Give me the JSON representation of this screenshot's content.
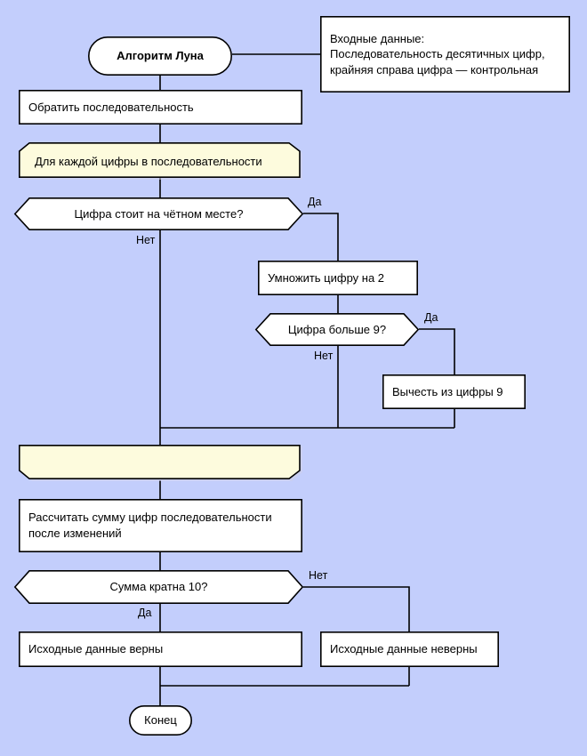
{
  "diagram": {
    "title": "Алгоритм Луна",
    "background_color": "#c3cefc",
    "shape_fill": "#ffffff",
    "loop_fill": "#fdfbdd",
    "stroke_color": "#000000"
  },
  "nodes": {
    "start": {
      "text": "Алгоритм Луна",
      "shape": "terminator"
    },
    "input_note": {
      "text": "Входные данные:\nПоследовательность десятичных цифр,\nкрайняя справа цифра — контрольная",
      "shape": "note"
    },
    "reverse": {
      "text": "Обратить последовательность",
      "shape": "process"
    },
    "loop_start": {
      "text": "Для каждой цифры в последовательности",
      "shape": "loop-start"
    },
    "decision_even": {
      "text": "Цифра стоит на чётном месте?",
      "shape": "decision"
    },
    "multiply": {
      "text": "Умножить цифру на 2",
      "shape": "process"
    },
    "decision_gt9": {
      "text": "Цифра больше 9?",
      "shape": "decision"
    },
    "subtract": {
      "text": "Вычесть из цифры 9",
      "shape": "process"
    },
    "loop_end": {
      "text": "",
      "shape": "loop-end"
    },
    "sum": {
      "text": "Рассчитать сумму цифр последовательности\nпосле изменений",
      "shape": "process"
    },
    "decision_mod10": {
      "text": "Сумма кратна 10?",
      "shape": "decision"
    },
    "valid": {
      "text": "Исходные данные верны",
      "shape": "process"
    },
    "invalid": {
      "text": "Исходные данные неверны",
      "shape": "process"
    },
    "end": {
      "text": "Конец",
      "shape": "terminator"
    }
  },
  "edge_labels": {
    "even_yes": "Да",
    "even_no": "Нет",
    "gt9_yes": "Да",
    "gt9_no": "Нет",
    "mod10_yes": "Да",
    "mod10_no": "Нет"
  }
}
